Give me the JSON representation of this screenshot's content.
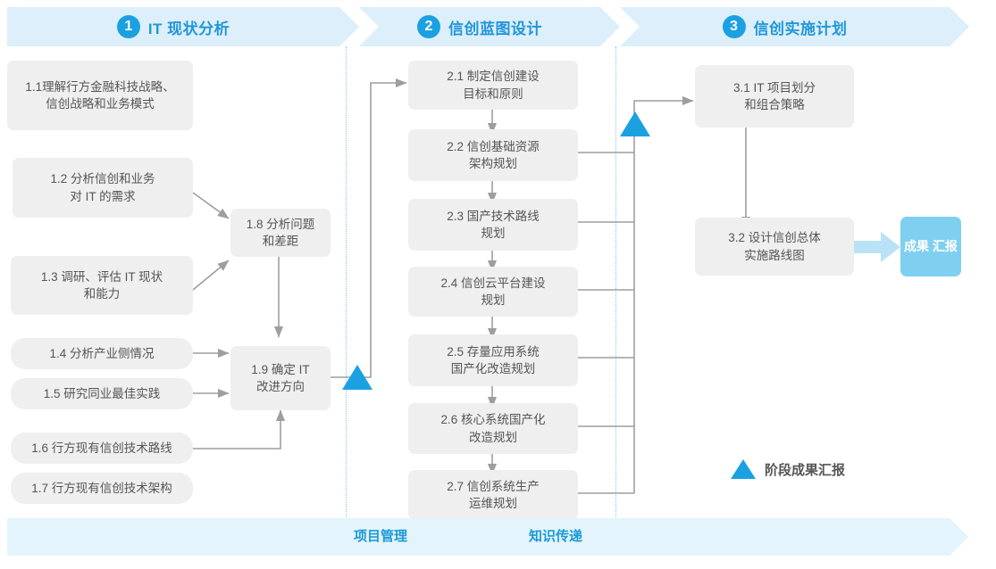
{
  "phases": [
    {
      "num": "1",
      "title": "IT 现状分析"
    },
    {
      "num": "2",
      "title": "信创蓝图设计"
    },
    {
      "num": "3",
      "title": "信创实施计划"
    }
  ],
  "nodes": {
    "n11": "1.1理解行方金融科技战略、信创战略和业务模式",
    "n11_l1": "1.1理解行方金融科技战略、",
    "n11_l2": "信创战略和业务模式",
    "n12_l1": "1.2 分析信创和业务",
    "n12_l2": "对 IT 的需求",
    "n13_l1": "1.3 调研、评估 IT 现状",
    "n13_l2": "和能力",
    "n14": "1.4 分析产业侧情况",
    "n15": "1.5 研究同业最佳实践",
    "n16": "1.6 行方现有信创技术路线",
    "n17": "1.7 行方现有信创技术架构",
    "n18_l1": "1.8 分析问题",
    "n18_l2": "和差距",
    "n19_l1": "1.9 确定 IT",
    "n19_l2": "改进方向",
    "n21_l1": "2.1 制定信创建设",
    "n21_l2": "目标和原则",
    "n22_l1": "2.2 信创基础资源",
    "n22_l2": "架构规划",
    "n23_l1": "2.3 国产技术路线",
    "n23_l2": "规划",
    "n24_l1": "2.4 信创云平台建设",
    "n24_l2": "规划",
    "n25_l1": "2.5 存量应用系统",
    "n25_l2": "国产化改造规划",
    "n26_l1": "2.6 核心系统国产化",
    "n26_l2": "改造规划",
    "n27_l1": "2.7 信创系统生产",
    "n27_l2": "运维规划",
    "n31_l1": "3.1 IT 项目划分",
    "n31_l2": "和组合策略",
    "n32_l1": "3.2 设计信创总体",
    "n32_l2": "实施路线图",
    "result_l1": "成果",
    "result_l2": "汇报"
  },
  "legend": {
    "milestone_label": "阶段成果汇报"
  },
  "footer": {
    "label_project": "项目管理",
    "label_knowledge": "知识传递"
  },
  "colors": {
    "accent_blue": "#1ba1e2",
    "phase_band": "#dceffa",
    "phase_title": "#2196d9",
    "node_bg": "#efefef",
    "node_text": "#555555",
    "result_bg": "#7fd0f0",
    "footer_band": "#e4f4fc",
    "connector": "#9e9e9e",
    "separator": "#7fc9ea"
  }
}
